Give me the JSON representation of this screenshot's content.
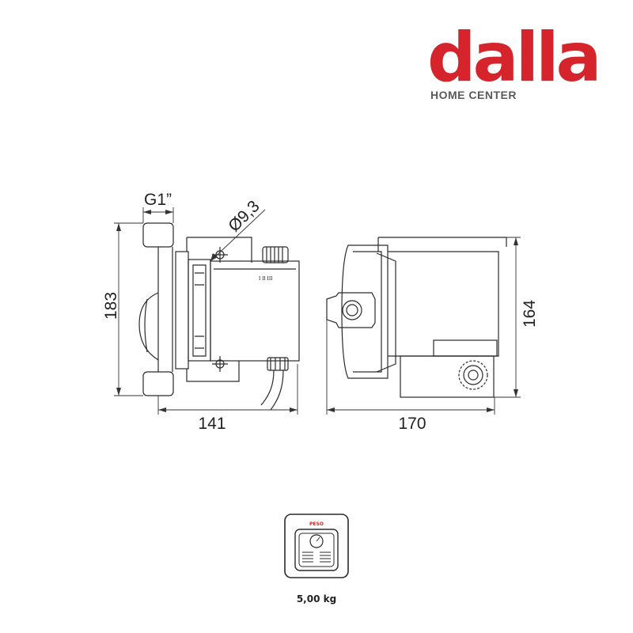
{
  "brand": {
    "name": "dalla",
    "tagline": "HOME CENTER",
    "colors": {
      "primary": "#d5242b",
      "secondary": "#5a5a5a"
    }
  },
  "dimensions": {
    "thread": "G1”",
    "hole_diameter": "Ø9,3",
    "height_left": "183",
    "depth_bottom": "141",
    "width_bottom": "170",
    "height_right": "164",
    "speed_marks": "I  II  III"
  },
  "weight": {
    "icon_label": "PESO",
    "value": "5,00 kg",
    "icon": "scale-icon"
  }
}
